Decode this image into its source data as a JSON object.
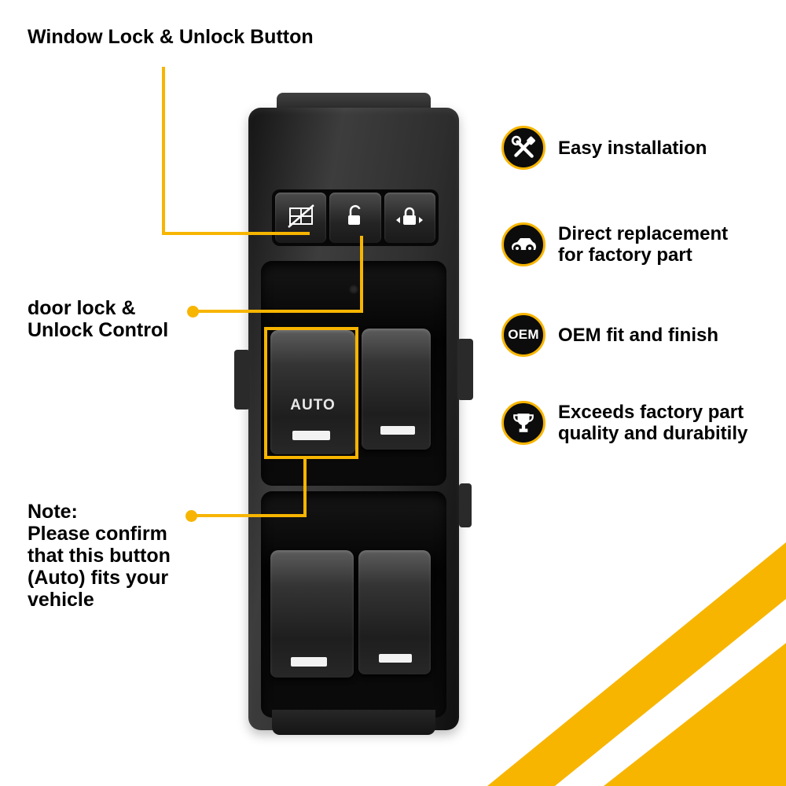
{
  "colors": {
    "accent": "#F7B500",
    "background": "#FFFFFF",
    "switch_black": "#1A1A1A"
  },
  "callouts": {
    "window_lock": {
      "label": "Window Lock & Unlock Button"
    },
    "door_lock": {
      "line1": "door lock &",
      "line2": "Unlock Control"
    },
    "note": {
      "line1": "Note:",
      "line2": "Please confirm",
      "line3": "that this button",
      "line4": "(Auto) fits your",
      "line5": "vehicle"
    }
  },
  "switch": {
    "auto_label": "AUTO"
  },
  "features": [
    {
      "icon": "tools-icon",
      "lines": [
        "Easy installation"
      ]
    },
    {
      "icon": "car-icon",
      "lines": [
        "Direct replacement",
        "for factory part"
      ]
    },
    {
      "icon": "oem-badge",
      "badge_text": "OEM",
      "lines": [
        "OEM fit and finish"
      ]
    },
    {
      "icon": "trophy-icon",
      "lines": [
        "Exceeds factory part",
        "quality and durabitily"
      ]
    }
  ]
}
